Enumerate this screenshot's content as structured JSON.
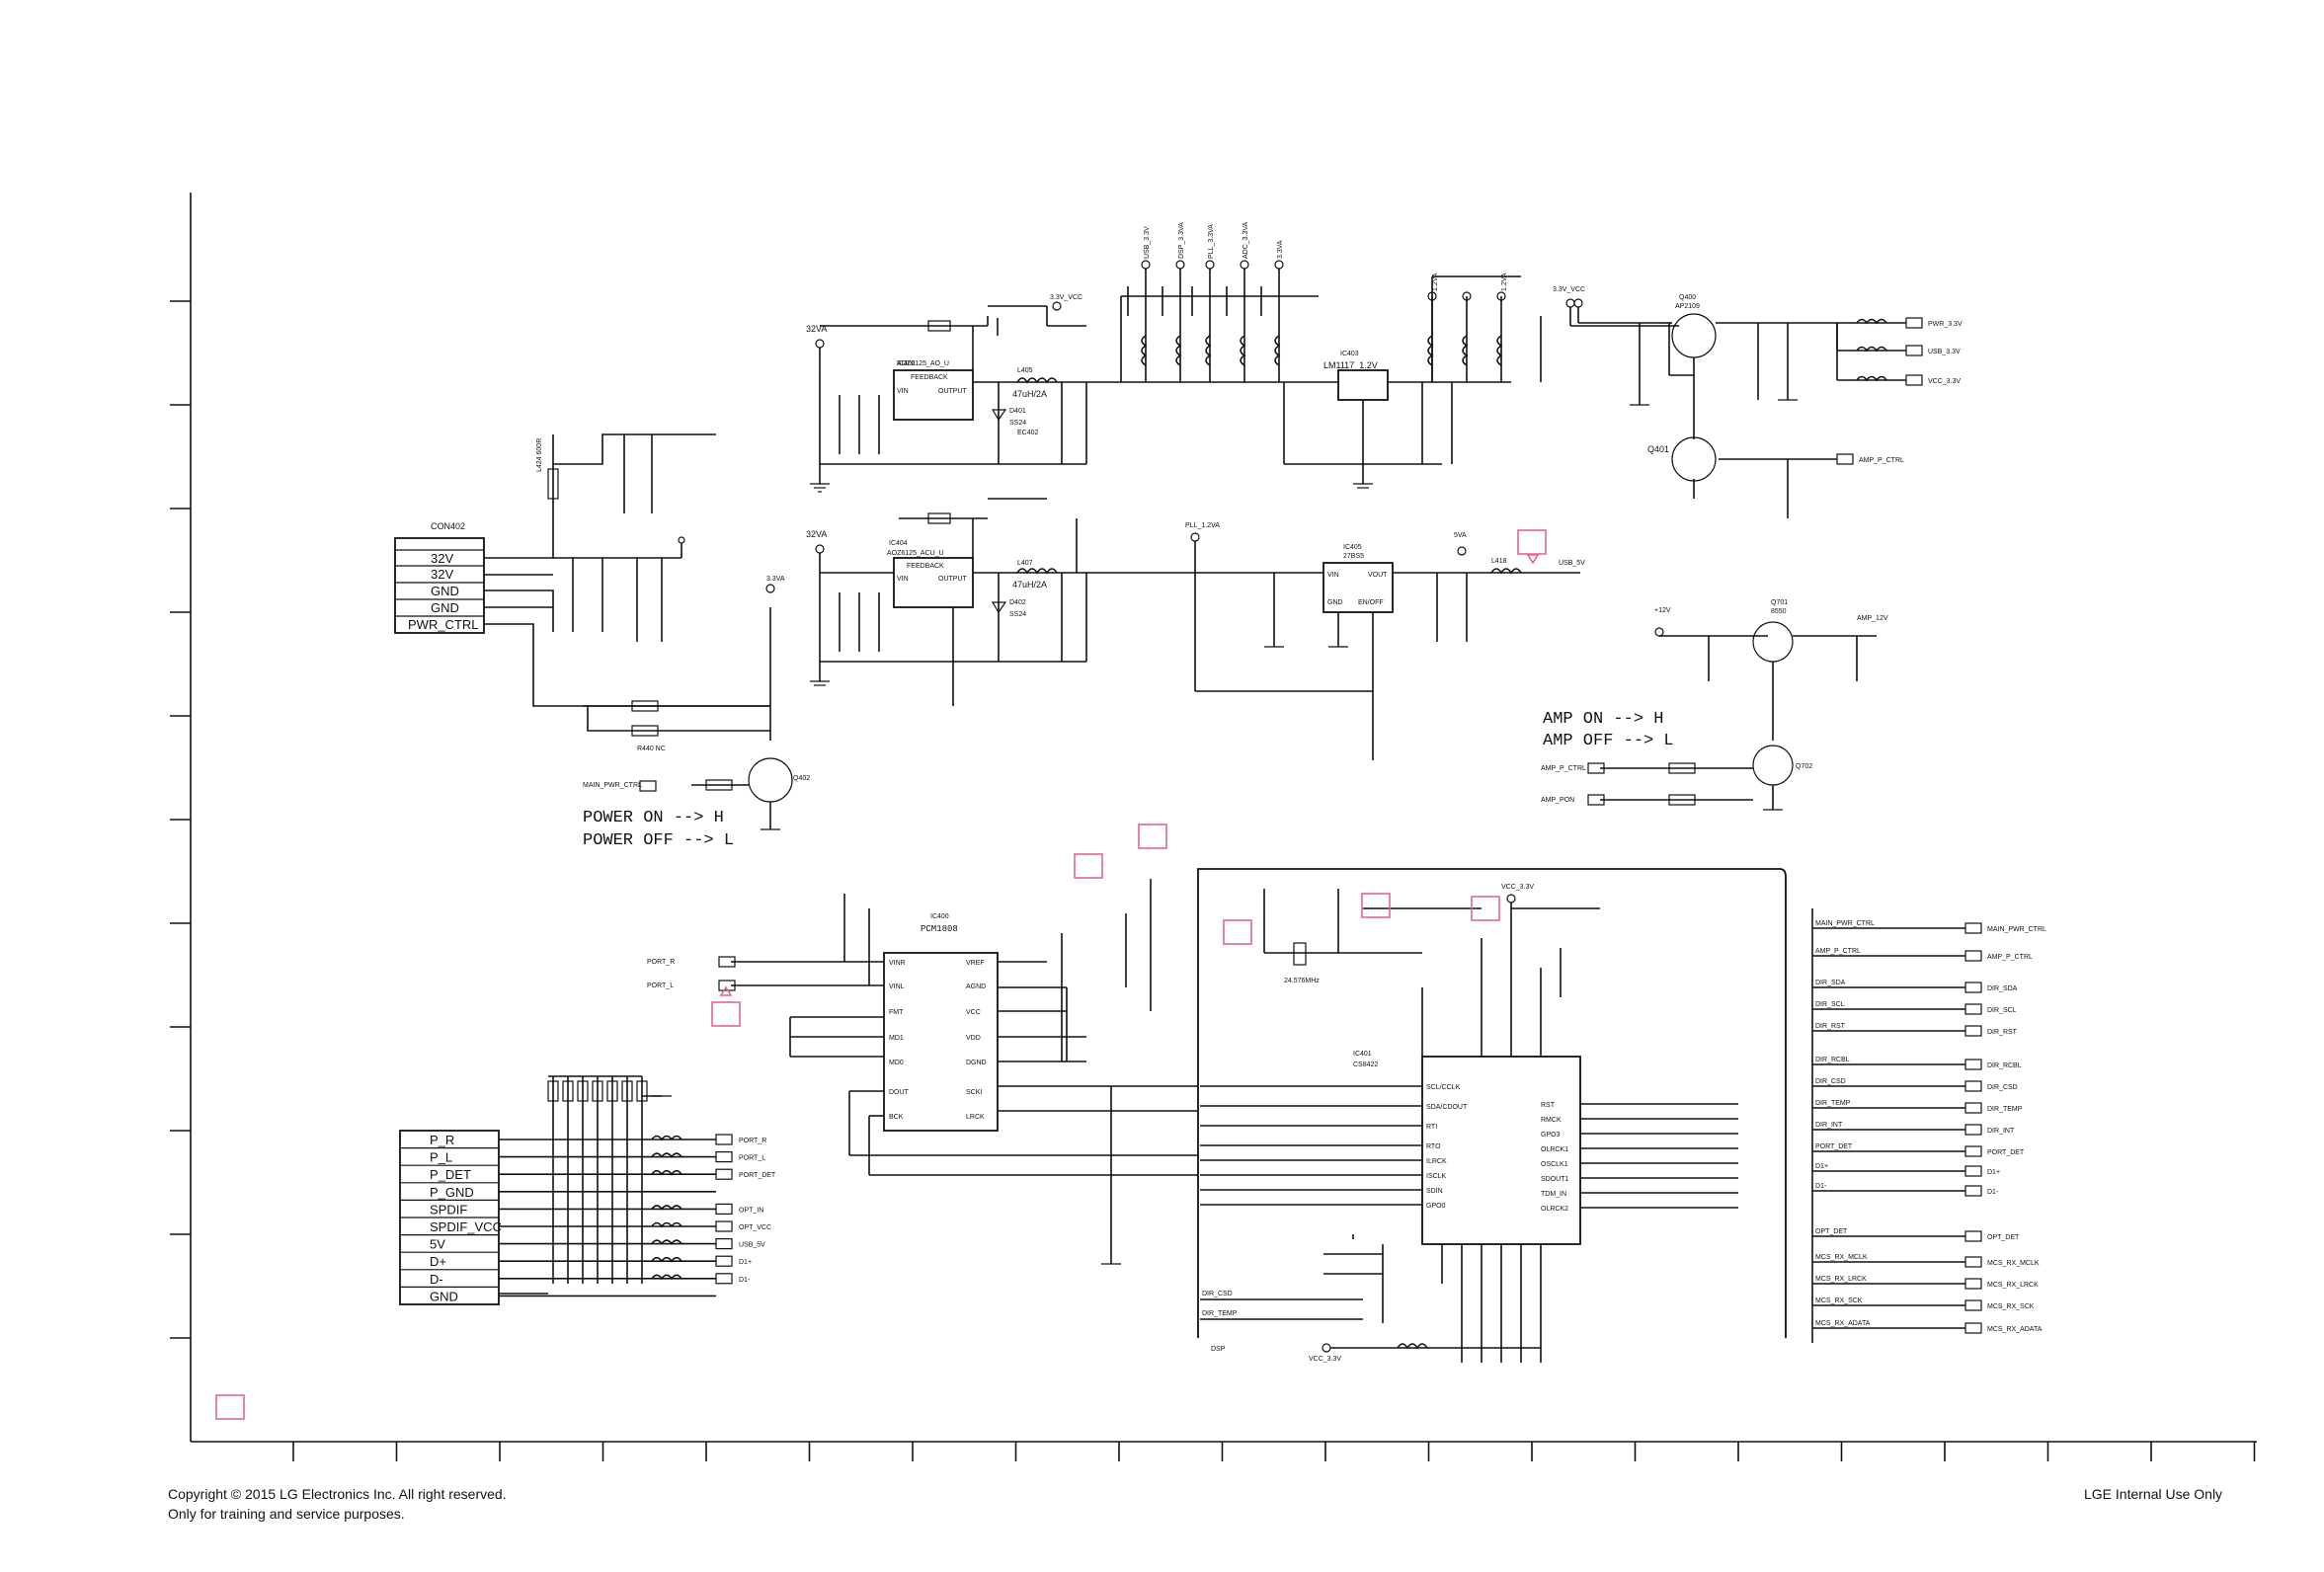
{
  "footer": {
    "copyright": "Copyright © 2015 LG Electronics Inc. All right reserved.",
    "note": "Only for training and service purposes.",
    "internal": "LGE Internal Use Only"
  },
  "connectors": {
    "cn402": {
      "ref": "CON402",
      "pins": [
        "32V",
        "32V",
        "GND",
        "GND",
        "PWR_CTRL"
      ]
    },
    "cn_lower": {
      "pins": [
        "P_R",
        "P_L",
        "P_DET",
        "P_GND",
        "SPDIF",
        "SPDIF_VCC",
        "5V",
        "D+",
        "D-",
        "GND"
      ]
    }
  },
  "ics": {
    "ic402": {
      "ref": "IC402",
      "part": "AOZ6125_AO_U",
      "name": "FEEDBACK",
      "pins": [
        "VIN",
        "OUTPUT"
      ]
    },
    "ic403": {
      "ref": "IC403",
      "part": "LM1117_1.2V"
    },
    "ic404": {
      "ref": "IC404",
      "part": "AOZ6125_ACU_U",
      "name": "FEEDBACK",
      "pins": [
        "VIN",
        "OUTPUT"
      ]
    },
    "ic405": {
      "ref": "IC405",
      "part": "27BS5",
      "pins": [
        "VIN",
        "VOUT",
        "GND",
        "EN/OFF"
      ]
    },
    "ic400": {
      "ref": "IC400",
      "part": "PCM1808",
      "left_pins": [
        "VINR",
        "VINL",
        "FMT",
        "MD1",
        "MD0",
        "DOUT",
        "BCK"
      ],
      "right_pins": [
        "VREF",
        "AGND",
        "VCC",
        "VDD",
        "DGND",
        "SCKI",
        "LRCK"
      ]
    },
    "ic401": {
      "ref": "IC401",
      "part": "CS8422",
      "left_pins": [
        "SCL/CCLK",
        "SDA/CDOUT",
        "RTI",
        "RTO",
        "ILRCK",
        "ISCLK",
        "SDIN",
        "GPO0"
      ],
      "right_pins": [
        "RST",
        "RMCK",
        "GPO3",
        "OLRCK1",
        "OSCLK1",
        "SDOUT1",
        "TDM_IN",
        "OLRCK2"
      ]
    }
  },
  "transistors": [
    "Q400",
    "Q401",
    "Q402",
    "Q701",
    "Q702"
  ],
  "power_labels": [
    "32VA",
    "3.3V_VCC",
    "USB_3.3V",
    "DSP_3.3VA",
    "PLL_3.3VA",
    "ADC_3.3VA",
    "3.3VA",
    "1.2VA",
    "PLL_1.2VA",
    "+12V",
    "5VA",
    "USB_5V",
    "PWR_3.3V",
    "VCC_3.3V",
    "AMP_12V",
    "AMP_P_CTRL",
    "MAIN_PWR_CTRL",
    "AMP_PON"
  ],
  "notes": {
    "power": [
      "POWER ON --> H",
      "POWER OFF --> L"
    ],
    "amp": [
      "AMP ON --> H",
      "AMP OFF --> L"
    ]
  },
  "right_ports": [
    "MAIN_PWR_CTRL",
    "AMP_P_CTRL",
    "DIR_SDA",
    "DIR_SCL",
    "DIR_RST",
    "DIR_RCBL",
    "DIR_CSD",
    "DIR_TEMP",
    "DIR_INT",
    "PORT_DET",
    "D1+",
    "D1-",
    "OPT_DET",
    "MCS_RX_MCLK",
    "MCS_RX_LRCK",
    "MCS_RX_SCK",
    "MCS_RX_ADATA"
  ],
  "left_ports": [
    "PORT_R",
    "PORT_L",
    "PORT_DET",
    "OPT_IN",
    "OPT_VCC",
    "USB_5V",
    "D1+",
    "D1-"
  ],
  "dsp_label": "DSP"
}
